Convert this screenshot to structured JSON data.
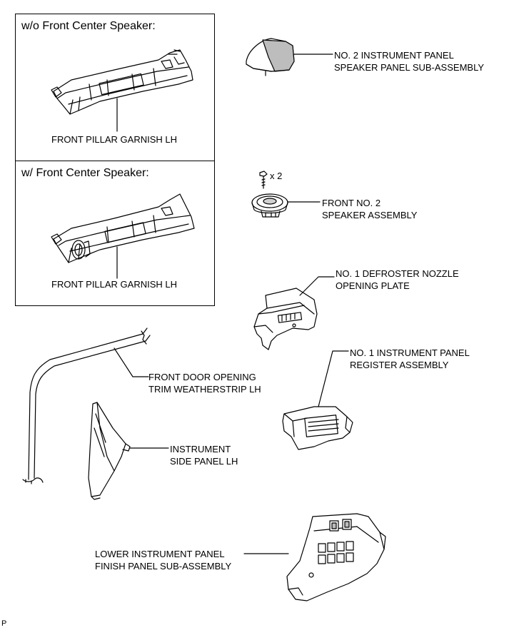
{
  "boxes": {
    "without": {
      "title": "w/o Front Center Speaker:",
      "label": "FRONT PILLAR GARNISH LH"
    },
    "with": {
      "title": "w/ Front Center Speaker:",
      "label": "FRONT PILLAR GARNISH LH"
    }
  },
  "parts": {
    "speaker_panel": {
      "line1": "NO. 2 INSTRUMENT PANEL",
      "line2": "SPEAKER PANEL SUB-ASSEMBLY"
    },
    "bolt_qty": "x 2",
    "speaker": {
      "line1": "FRONT NO. 2",
      "line2": "SPEAKER ASSEMBLY"
    },
    "defroster": {
      "line1": "NO. 1 DEFROSTER NOZZLE",
      "line2": "OPENING PLATE"
    },
    "register": {
      "line1": "NO. 1 INSTRUMENT PANEL",
      "line2": "REGISTER ASSEMBLY"
    },
    "weatherstrip": {
      "line1": "FRONT DOOR OPENING",
      "line2": "TRIM WEATHERSTRIP LH"
    },
    "side_panel": {
      "line1": "INSTRUMENT",
      "line2": "SIDE PANEL LH"
    },
    "lower_panel": {
      "line1": "LOWER INSTRUMENT PANEL",
      "line2": "FINISH PANEL SUB-ASSEMBLY"
    }
  },
  "footer_code": "P"
}
